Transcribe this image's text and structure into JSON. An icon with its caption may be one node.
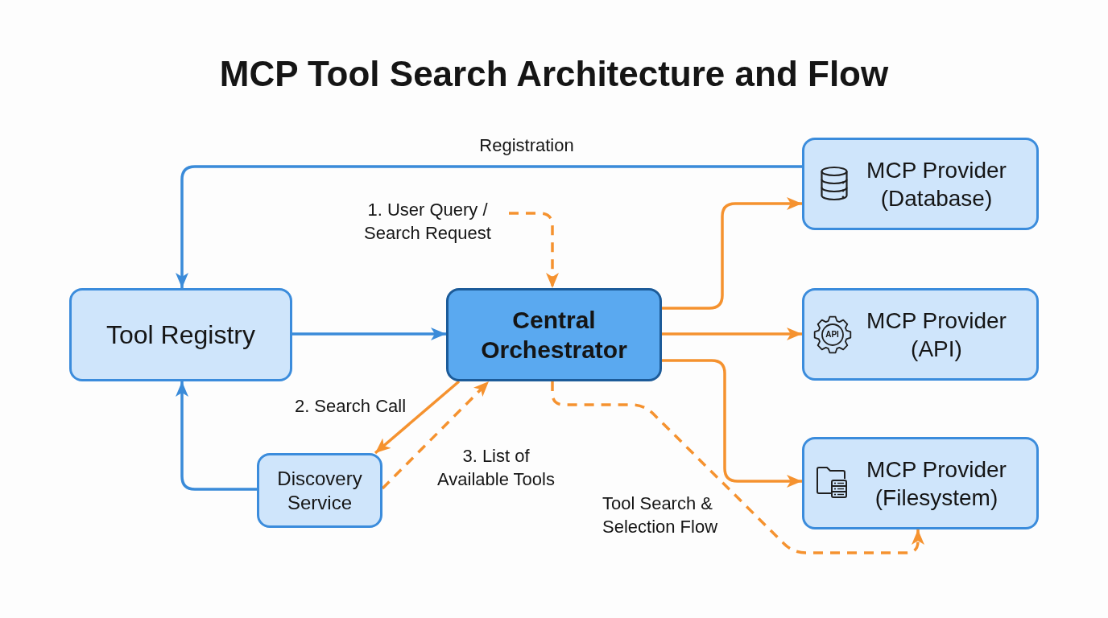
{
  "diagram": {
    "title": "MCP Tool Search Architecture and Flow",
    "nodes": [
      {
        "text": [
          "MCP Provider (Database)"
        ]
      },
      {
        "text": [
          "1. User Query / Search Request"
        ]
      },
      {
        "text": [
          "Tool Registry"
        ]
      },
      {
        "text": [
          "Central Orchestrator"
        ]
      },
      {
        "text": [
          "API",
          "MCP Provider (API)"
        ]
      },
      {
        "text": [
          "Discovery Service"
        ]
      },
      {
        "text": [
          "MCP Provider (Filesystem)"
        ]
      }
    ],
    "edges": [
      {
        "from": 0,
        "to": 2,
        "arrow": "to",
        "label": "Registration",
        "color": "#3a8bd9"
      },
      {
        "from": 1,
        "to": 3,
        "arrow": "to",
        "style": "dashed"
      },
      {
        "from": 2,
        "to": 3,
        "arrow": "to",
        "color": "#3a8bd9"
      },
      {
        "from": 3,
        "to": 0,
        "arrow": "to"
      },
      {
        "from": 3,
        "to": 4,
        "arrow": "to"
      },
      {
        "from": 3,
        "to": 6,
        "arrow": "to"
      },
      {
        "from": 3,
        "to": 5,
        "arrow": "to",
        "label": "2. Search Call"
      },
      {
        "from": 5,
        "to": 3,
        "arrow": "to",
        "label": "3. List of Available Tools",
        "style": "dashed"
      },
      {
        "from": 3,
        "to": 6,
        "arrow": "to",
        "label": "Tool Search & Selection Flow",
        "style": "dashed"
      },
      {
        "from": 5,
        "to": 2,
        "arrow": "to",
        "color": "#3a8bd9"
      }
    ]
  }
}
